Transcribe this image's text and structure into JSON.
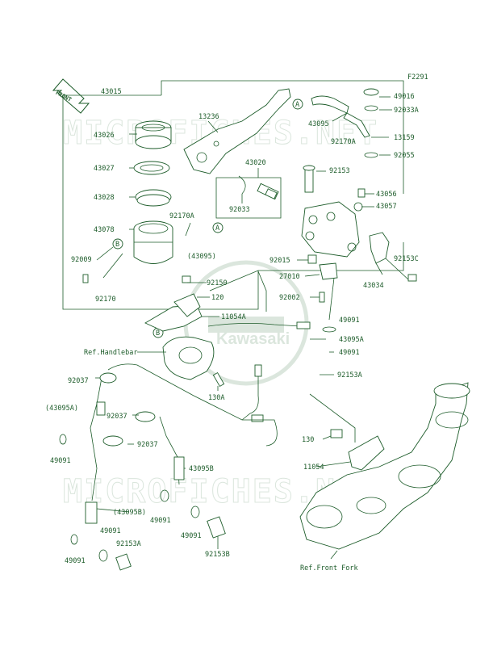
{
  "figure_code": "F2291",
  "front_label": "FRONT",
  "watermark": {
    "text": "MICROFICHES.NET",
    "brand": "Kawasaki"
  },
  "callouts": {
    "A": "A",
    "B": "B"
  },
  "parts": [
    {
      "id": "p43015",
      "label": "43015"
    },
    {
      "id": "p43026",
      "label": "43026"
    },
    {
      "id": "p13236",
      "label": "13236"
    },
    {
      "id": "p43027",
      "label": "43027"
    },
    {
      "id": "p43028",
      "label": "43028"
    },
    {
      "id": "p43078",
      "label": "43078"
    },
    {
      "id": "p92009",
      "label": "92009"
    },
    {
      "id": "p92170",
      "label": "92170"
    },
    {
      "id": "p92170A",
      "label": "92170A"
    },
    {
      "id": "p43095p",
      "label": "(43095)"
    },
    {
      "id": "p43020",
      "label": "43020"
    },
    {
      "id": "p92033",
      "label": "92033"
    },
    {
      "id": "p92150",
      "label": "92150"
    },
    {
      "id": "p120",
      "label": "120"
    },
    {
      "id": "p11054A",
      "label": "11054A"
    },
    {
      "id": "p43095",
      "label": "43095"
    },
    {
      "id": "p92170A2",
      "label": "92170A"
    },
    {
      "id": "p49016",
      "label": "49016"
    },
    {
      "id": "p92033A",
      "label": "92033A"
    },
    {
      "id": "p13159",
      "label": "13159"
    },
    {
      "id": "p92055",
      "label": "92055"
    },
    {
      "id": "p92153",
      "label": "92153"
    },
    {
      "id": "p43056",
      "label": "43056"
    },
    {
      "id": "p43057",
      "label": "43057"
    },
    {
      "id": "p92015",
      "label": "92015"
    },
    {
      "id": "p92153C",
      "label": "92153C"
    },
    {
      "id": "p27010",
      "label": "27010"
    },
    {
      "id": "p43034",
      "label": "43034"
    },
    {
      "id": "p92002",
      "label": "92002"
    },
    {
      "id": "p49091a",
      "label": "49091"
    },
    {
      "id": "p43095A",
      "label": "43095A"
    },
    {
      "id": "p49091b",
      "label": "49091"
    },
    {
      "id": "p92153A",
      "label": "92153A"
    },
    {
      "id": "p130A",
      "label": "130A"
    },
    {
      "id": "p92037a",
      "label": "92037"
    },
    {
      "id": "p43095Ap",
      "label": "(43095A)"
    },
    {
      "id": "p92037b",
      "label": "92037"
    },
    {
      "id": "p92037c",
      "label": "92037"
    },
    {
      "id": "p49091c",
      "label": "49091"
    },
    {
      "id": "p43095B",
      "label": "43095B"
    },
    {
      "id": "p43095Bp",
      "label": "(43095B)"
    },
    {
      "id": "p49091d",
      "label": "49091"
    },
    {
      "id": "p49091e",
      "label": "49091"
    },
    {
      "id": "p49091f",
      "label": "49091"
    },
    {
      "id": "p49091g",
      "label": "49091"
    },
    {
      "id": "p92153A2",
      "label": "92153A"
    },
    {
      "id": "p92153B",
      "label": "92153B"
    },
    {
      "id": "p130",
      "label": "130"
    },
    {
      "id": "p11054",
      "label": "11054"
    }
  ],
  "references": {
    "handlebar": "Ref.Handlebar",
    "front_fork": "Ref.Front Fork"
  }
}
